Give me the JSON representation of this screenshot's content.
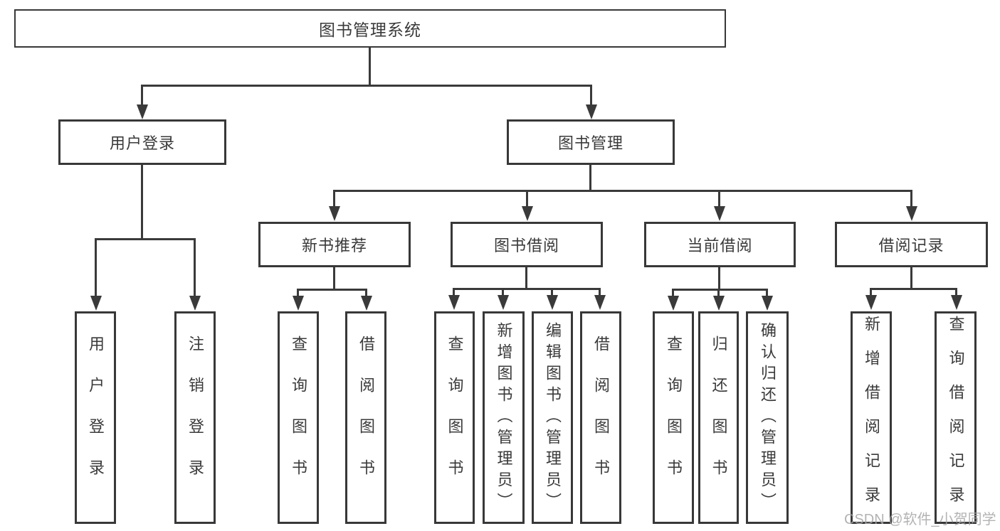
{
  "tree": {
    "label": "图书管理系统",
    "children": [
      {
        "label": "用户登录",
        "children": [
          {
            "label": "用户登录"
          },
          {
            "label": "注销登录"
          }
        ]
      },
      {
        "label": "图书管理",
        "children": [
          {
            "label": "新书推荐",
            "children": [
              {
                "label": "查询图书"
              },
              {
                "label": "借阅图书"
              }
            ]
          },
          {
            "label": "图书借阅",
            "children": [
              {
                "label": "查询图书"
              },
              {
                "label": "新增图书（管理员）"
              },
              {
                "label": "编辑图书（管理员）"
              },
              {
                "label": "借阅图书"
              }
            ]
          },
          {
            "label": "当前借阅",
            "children": [
              {
                "label": "查询图书"
              },
              {
                "label": "归还图书"
              },
              {
                "label": "确认归还（管理员）"
              }
            ]
          },
          {
            "label": "借阅记录",
            "children": [
              {
                "label": "新增借阅记录"
              },
              {
                "label": "查询借阅记录"
              }
            ]
          }
        ]
      }
    ]
  },
  "watermark": {
    "text": "CSDN @软件_小贺同学"
  },
  "colors": {
    "line": "#3a3a3a",
    "border": "#383838",
    "background": "#ffffff",
    "watermark": "#a6a6a6"
  }
}
